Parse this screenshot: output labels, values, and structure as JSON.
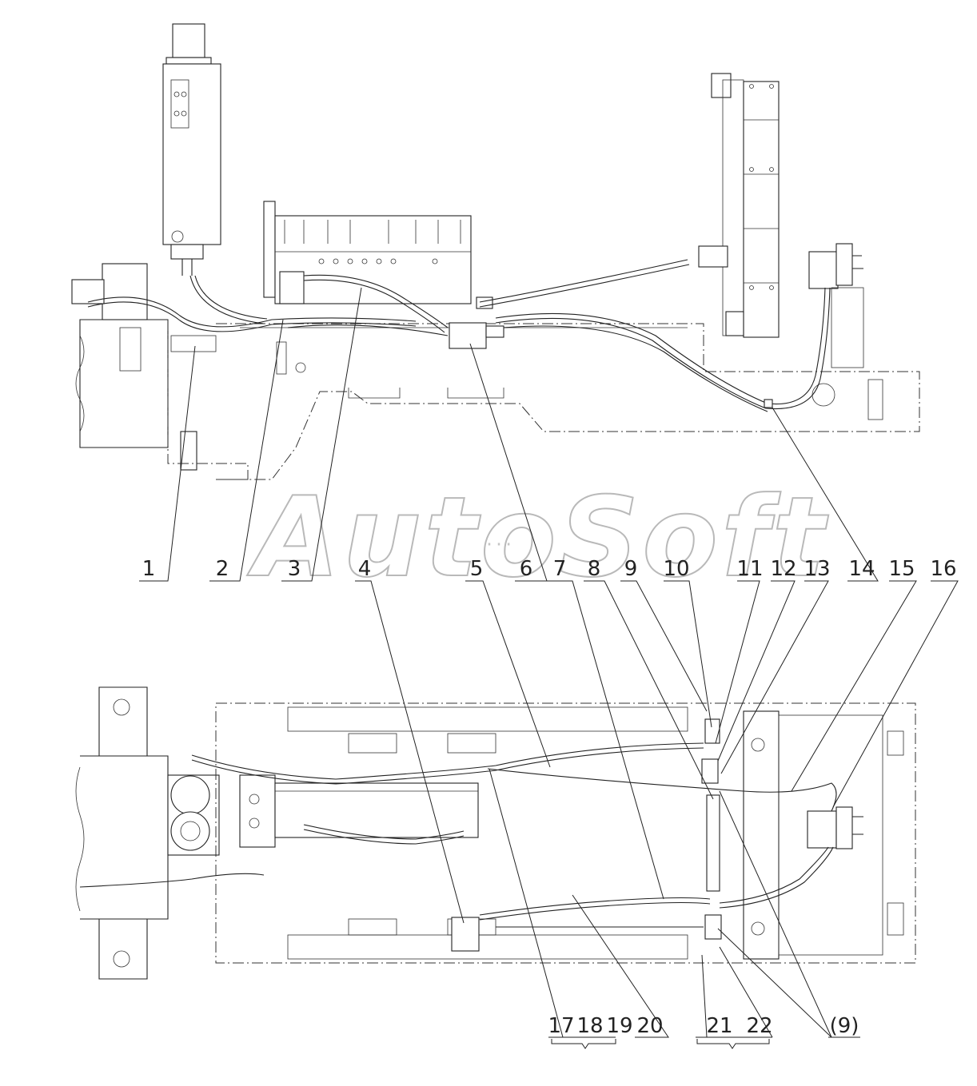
{
  "watermark": {
    "text": "AutoSoft",
    "sub": "···"
  },
  "callouts": {
    "top": [
      {
        "id": "c1",
        "label": "1"
      },
      {
        "id": "c2",
        "label": "2"
      },
      {
        "id": "c3",
        "label": "3"
      },
      {
        "id": "c4",
        "label": "4"
      },
      {
        "id": "c5",
        "label": "5"
      },
      {
        "id": "c6",
        "label": "6"
      },
      {
        "id": "c7",
        "label": "7"
      },
      {
        "id": "c8",
        "label": "8"
      },
      {
        "id": "c9",
        "label": "9"
      },
      {
        "id": "c10",
        "label": "10"
      },
      {
        "id": "c11",
        "label": "11"
      },
      {
        "id": "c12",
        "label": "12"
      },
      {
        "id": "c13",
        "label": "13"
      },
      {
        "id": "c14",
        "label": "14"
      },
      {
        "id": "c15",
        "label": "15"
      },
      {
        "id": "c16",
        "label": "16"
      }
    ],
    "bottom": [
      {
        "id": "c17",
        "label": "17"
      },
      {
        "id": "c18",
        "label": "18"
      },
      {
        "id": "c19",
        "label": "19"
      },
      {
        "id": "c20",
        "label": "20"
      },
      {
        "id": "c21",
        "label": "21"
      },
      {
        "id": "c22",
        "label": "22"
      },
      {
        "id": "c9b",
        "label": "(9)"
      }
    ]
  }
}
